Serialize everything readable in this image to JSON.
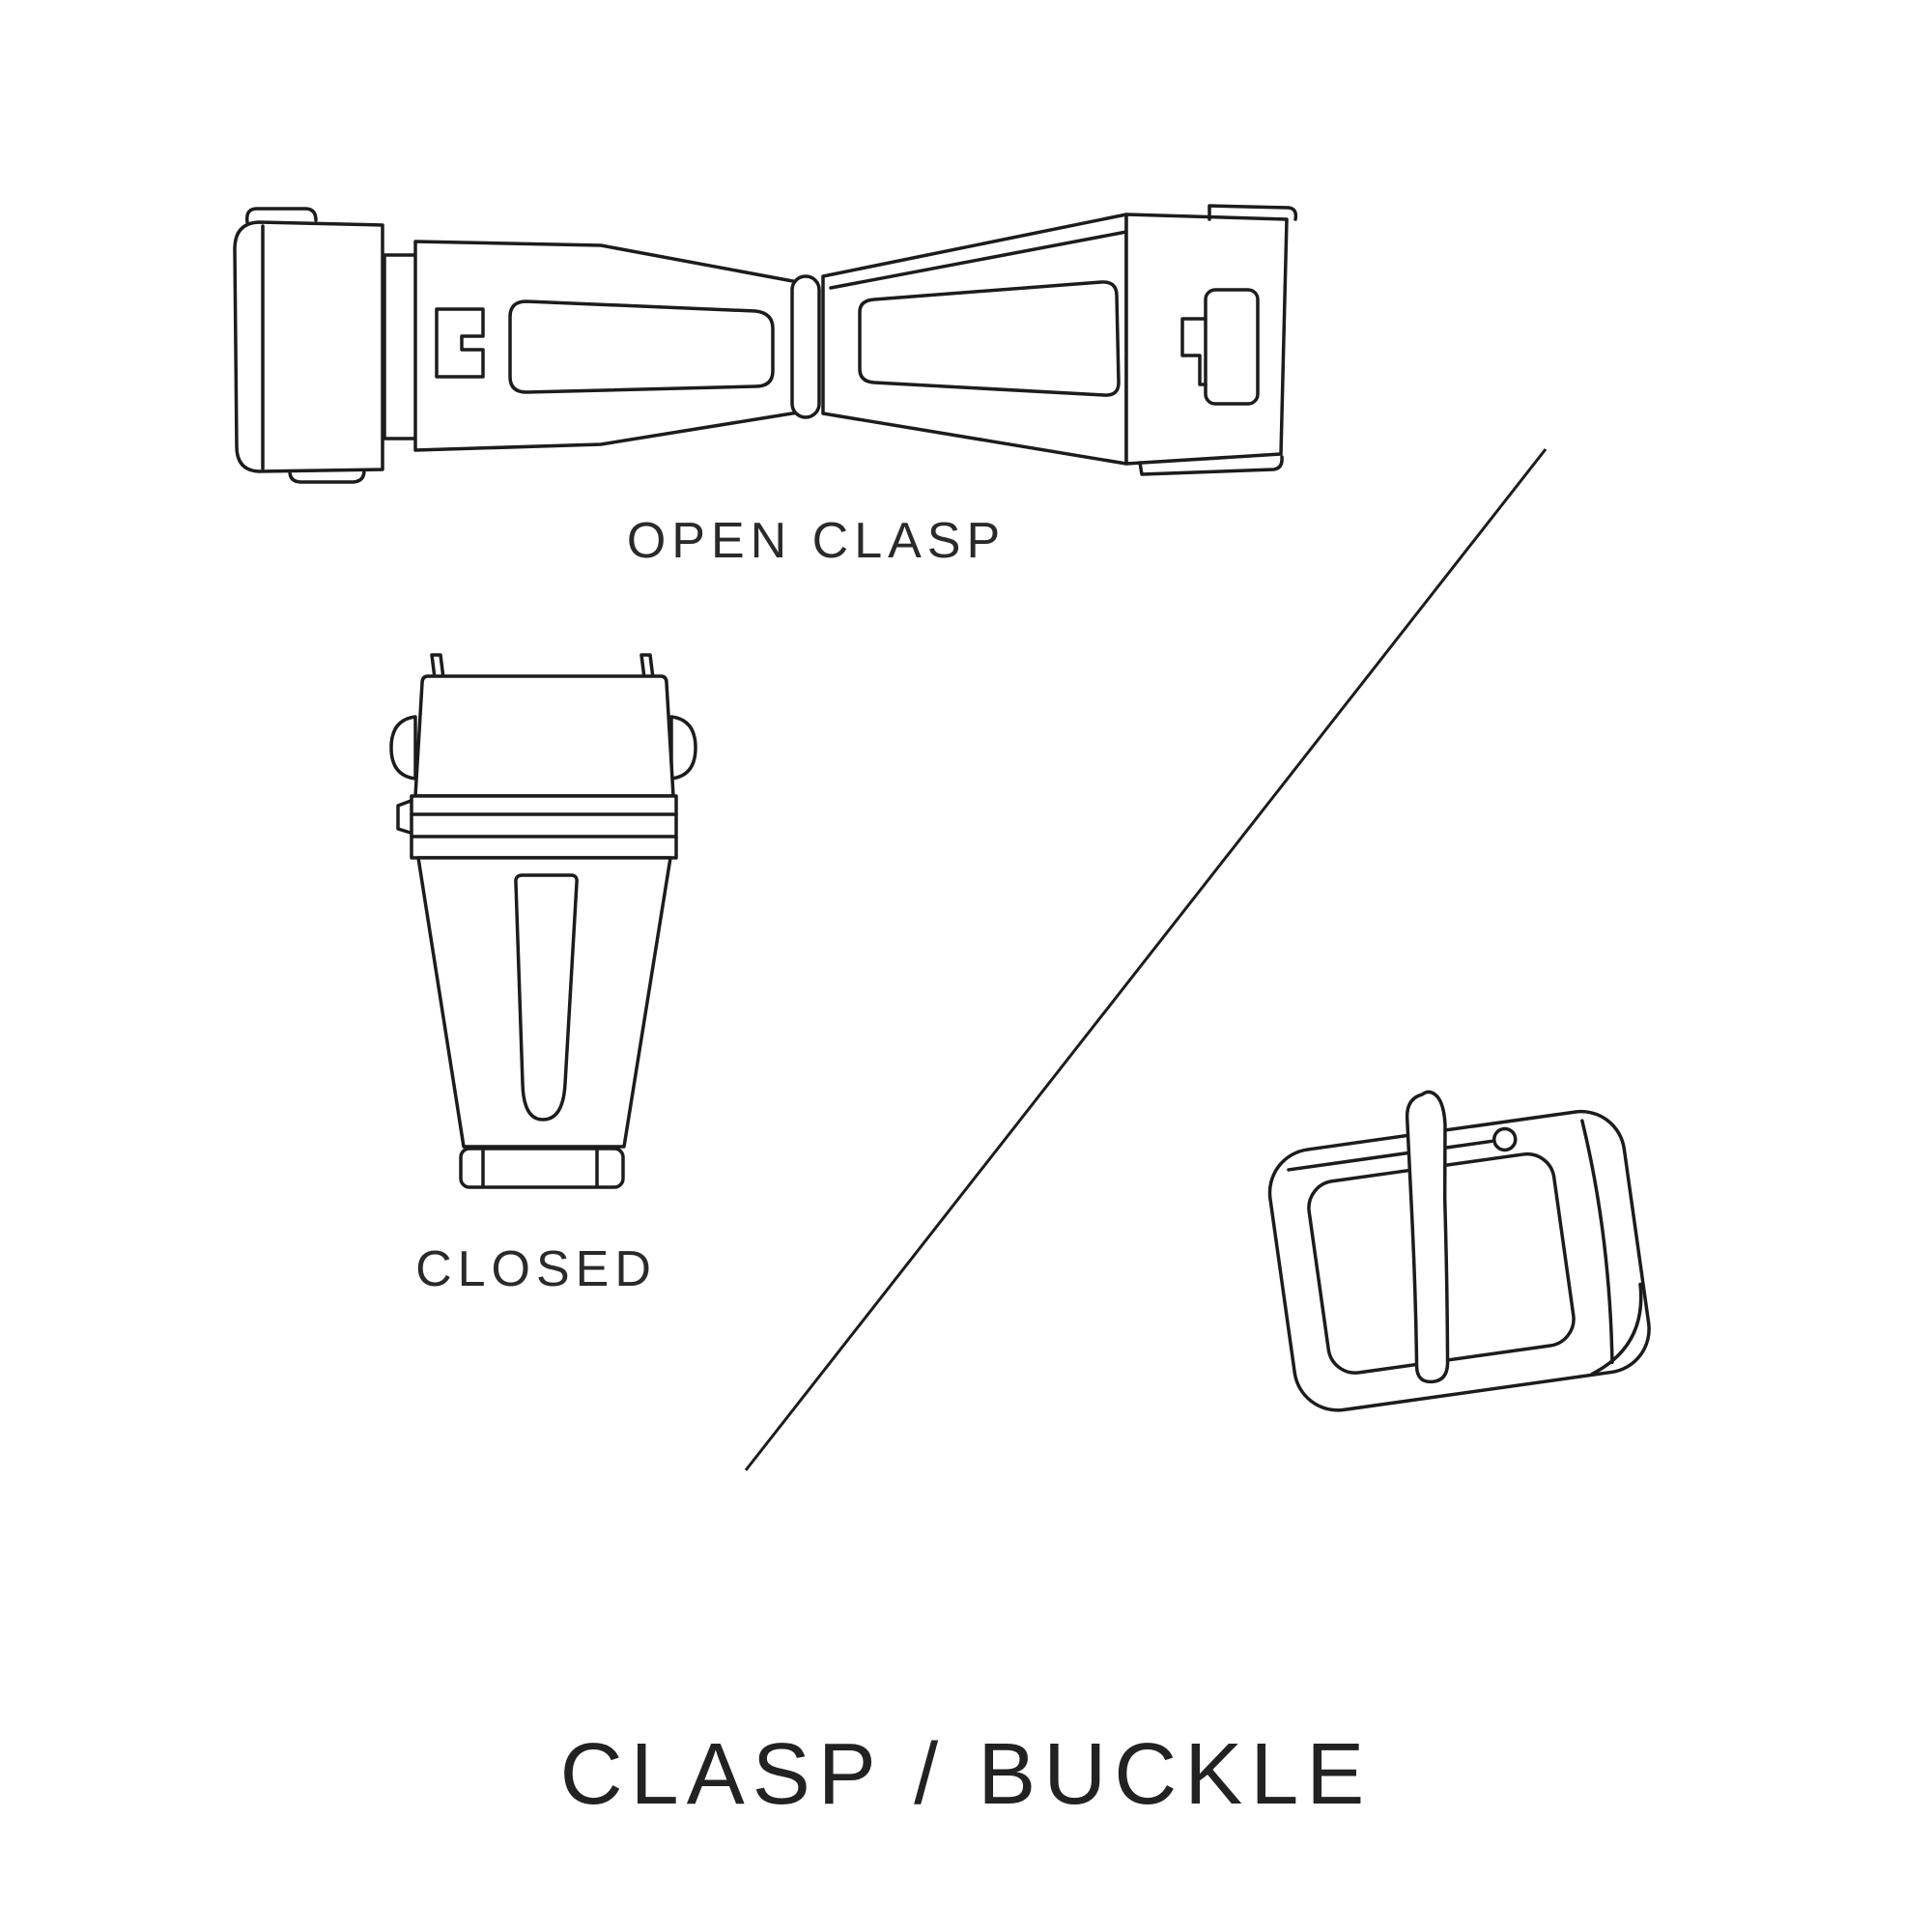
{
  "page": {
    "background": "#ffffff",
    "line_color": "#1c1c1c"
  },
  "diagram": {
    "title": "CLASP / BUCKLE",
    "open_clasp_label": "OPEN CLASP",
    "closed_label": "CLOSED"
  }
}
